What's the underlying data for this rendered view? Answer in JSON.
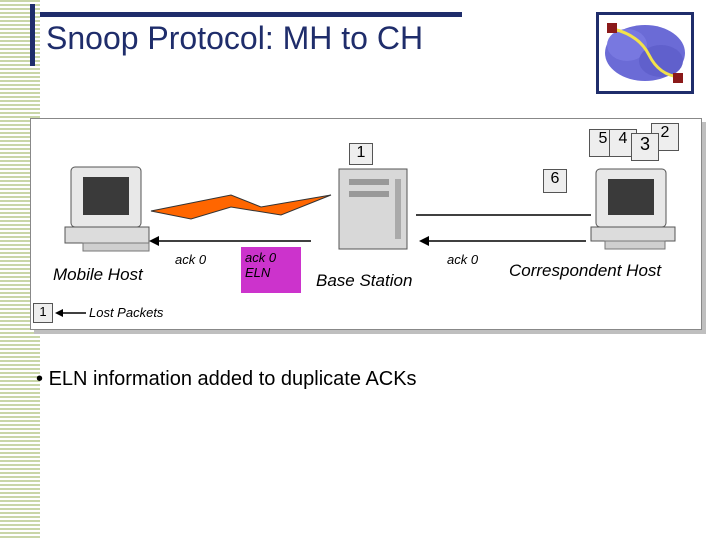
{
  "slide": {
    "title": "Snoop Protocol: MH to CH",
    "bullet": "ELN information added to duplicate ACKs"
  },
  "nodes": {
    "mobile_host": "Mobile Host",
    "base_station": "Base Station",
    "correspondent_host": "Correspondent Host"
  },
  "packets": {
    "mh_to_bs": "1",
    "bs_queue": "6",
    "ch_stack": [
      "5",
      "4",
      "3",
      "2"
    ]
  },
  "acks": {
    "ack_mh": "ack 0",
    "ack_eln_line1": "ack 0",
    "ack_eln_line2": "ELN",
    "ack_ch": "ack 0"
  },
  "legend": {
    "packet_num": "1",
    "text": "Lost Packets"
  },
  "colors": {
    "title": "#1f2d6b",
    "eln_box": "#cc33cc",
    "lightning": "#ff6600",
    "packet_box": "#eeeeee"
  }
}
